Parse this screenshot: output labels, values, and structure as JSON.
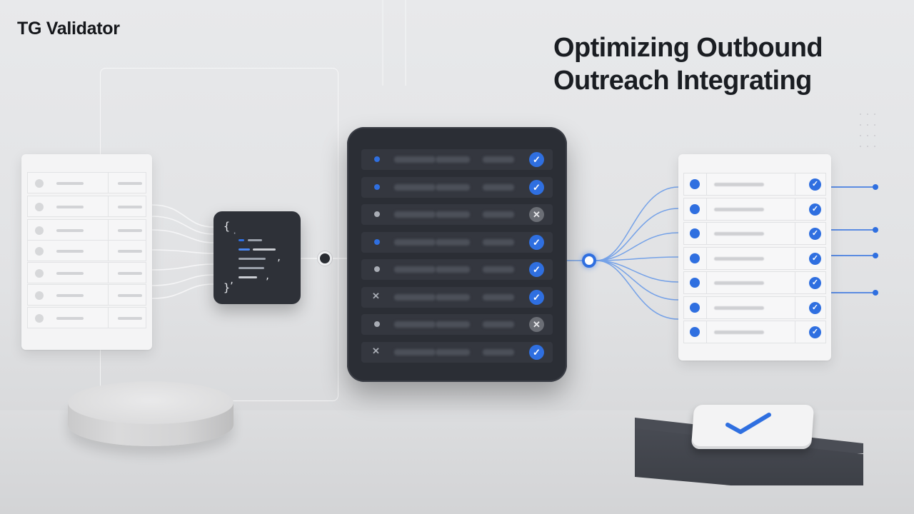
{
  "brand": "TG Validator",
  "headline": {
    "line1": "Optimizing Outbound",
    "line2": "Outreach Integrating"
  },
  "colors": {
    "accent": "#2f6fe0",
    "panel": "#2b2e35",
    "ok": "#2f6fe0",
    "rejected": "#6b6e75"
  },
  "left_sheet": {
    "row_count": 7
  },
  "panel_rows": [
    {
      "lead": "dot-blue",
      "status": "ok"
    },
    {
      "lead": "dot-blue",
      "status": "ok"
    },
    {
      "lead": "dot-gray",
      "status": "rejected"
    },
    {
      "lead": "dot-blue",
      "status": "ok"
    },
    {
      "lead": "dot-gray",
      "status": "ok"
    },
    {
      "lead": "x",
      "status": "ok"
    },
    {
      "lead": "dot-gray",
      "status": "rejected"
    },
    {
      "lead": "x",
      "status": "ok"
    }
  ],
  "right_sheet": {
    "row_count": 7,
    "status": "ok"
  },
  "icons": {
    "ok": "check-circle-icon",
    "rejected": "x-circle-icon",
    "code": "code-braces-icon",
    "confirm": "checkmark-key-icon"
  }
}
